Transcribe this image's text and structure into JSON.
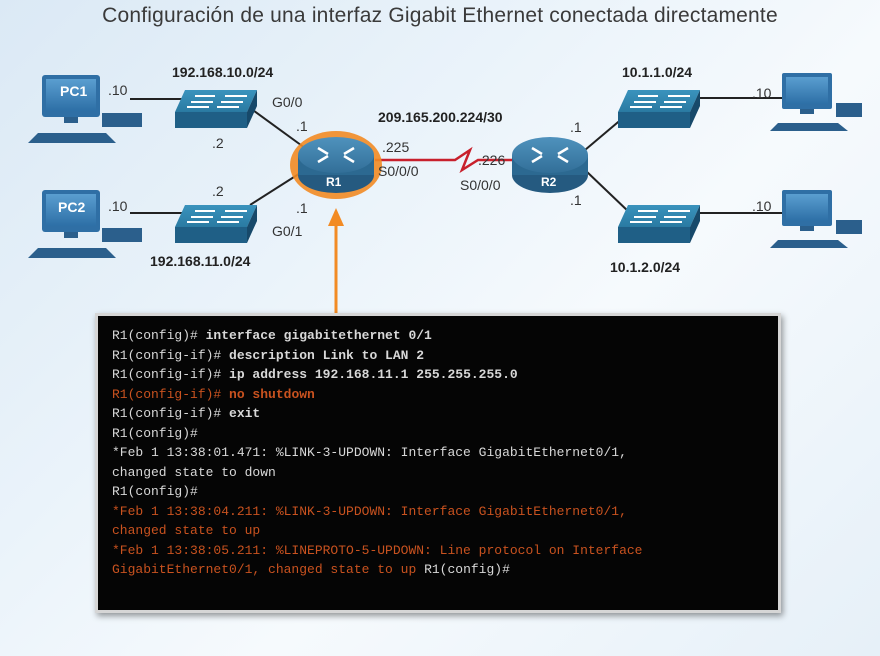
{
  "title": "Configuración de una interfaz Gigabit Ethernet conectada directamente",
  "colors": {
    "router": "#3e7fa8",
    "switch": "#2e7aa0",
    "highlight": "#f28b24",
    "serial": "#c8202c",
    "output_highlight": "#c9521f"
  },
  "networks": {
    "lan1": "192.168.10.0/24",
    "lan2": "192.168.11.0/24",
    "wan": "209.165.200.224/30",
    "r2_lan1": "10.1.1.0/24",
    "r2_lan2": "10.1.2.0/24"
  },
  "devices": {
    "pc1": "PC1",
    "pc2": "PC2",
    "r1": "R1",
    "r2": "R2"
  },
  "labels": {
    "pc1_host": ".10",
    "pc2_host": ".10",
    "sw1_host": ".2",
    "sw2_host": ".2",
    "r1_g00_addr": ".1",
    "r1_g01_addr": ".1",
    "r1_g00": "G0/0",
    "r1_g01": "G0/1",
    "r1_s000_addr": ".225",
    "r1_s000": "S0/0/0",
    "r2_s000_addr": ".226",
    "r2_s000": "S0/0/0",
    "r2_sw1_addr": ".1",
    "r2_sw2_addr": ".1",
    "r2_pc1_host": ".10",
    "r2_pc2_host": ".10"
  },
  "terminal": {
    "lines": [
      {
        "prompt": "R1(config)# ",
        "cmd": "interface gigabitethernet 0/1",
        "hl": false
      },
      {
        "prompt": "R1(config-if)# ",
        "cmd": "description Link to LAN 2",
        "hl": false
      },
      {
        "prompt": "R1(config-if)# ",
        "cmd": "ip address 192.168.11.1 255.255.255.0",
        "hl": false
      },
      {
        "prompt": "R1(config-if)# ",
        "cmd": "no shutdown",
        "hl": true
      },
      {
        "prompt": "R1(config-if)# ",
        "cmd": "exit",
        "hl": false
      },
      {
        "prompt": "R1(config)#",
        "cmd": "",
        "hl": false
      },
      {
        "prompt": "*Feb 1 13:38:01.471: %LINK-3-UPDOWN: Interface GigabitEthernet0/1,",
        "cmd": "",
        "hl": false
      },
      {
        "prompt": "changed state to down",
        "cmd": "",
        "hl": false
      },
      {
        "prompt": "R1(config)#",
        "cmd": "",
        "hl": false
      },
      {
        "prompt": "*Feb 1 13:38:04.211: %LINK-3-UPDOWN: Interface GigabitEthernet0/1,",
        "cmd": "",
        "hl": true
      },
      {
        "prompt": "changed state to up",
        "cmd": "",
        "hl": true
      },
      {
        "prompt": "*Feb 1 13:38:05.211: %LINEPROTO-5-UPDOWN: Line protocol on Interface",
        "cmd": "",
        "hl": true
      },
      {
        "prompt": "GigabitEthernet0/1, changed state to up ",
        "cmd": "",
        "hl": true,
        "tail": "R1(config)#"
      }
    ]
  }
}
